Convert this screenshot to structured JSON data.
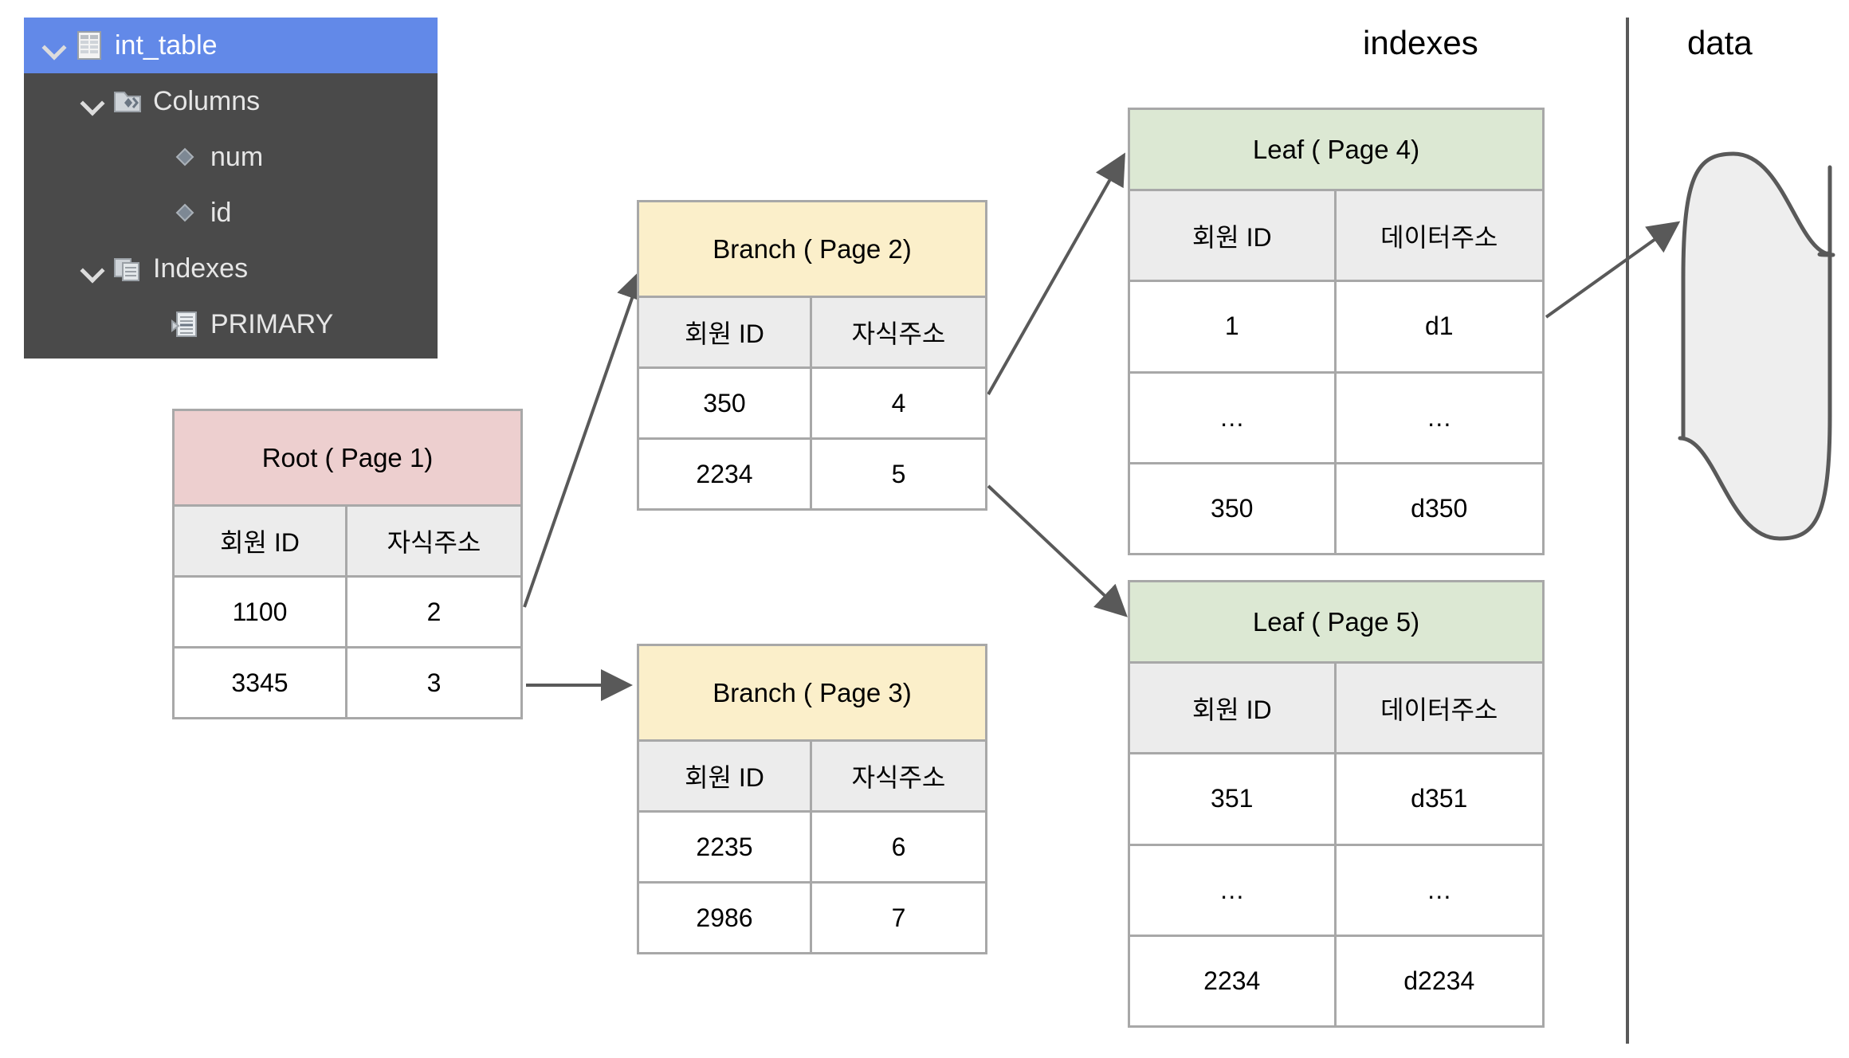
{
  "explorer": {
    "nodes": [
      {
        "label": "int_table",
        "icon": "table-icon",
        "level": 0,
        "selected": true,
        "expanded": true
      },
      {
        "label": "Columns",
        "icon": "columns-folder-icon",
        "level": 1,
        "selected": false,
        "expanded": true
      },
      {
        "label": "num",
        "icon": "column-diamond-icon",
        "level": 2,
        "selected": false,
        "expanded": false
      },
      {
        "label": "id",
        "icon": "column-diamond-icon",
        "level": 2,
        "selected": false,
        "expanded": false
      },
      {
        "label": "Indexes",
        "icon": "indexes-folder-icon",
        "level": 1,
        "selected": false,
        "expanded": true
      },
      {
        "label": "PRIMARY",
        "icon": "index-icon",
        "level": 2,
        "selected": false,
        "expanded": false
      }
    ],
    "panel_bg": "#4a4a4a",
    "selected_bg": "#6289e8"
  },
  "labels": {
    "indexes": "indexes",
    "data": "data"
  },
  "pages": {
    "root": {
      "title": "Root ( Page 1)",
      "title_bg": "#edcfcf",
      "headers": [
        "회원 ID",
        "자식주소"
      ],
      "rows": [
        [
          "1100",
          "2"
        ],
        [
          "3345",
          "3"
        ]
      ]
    },
    "branch2": {
      "title": "Branch ( Page 2)",
      "title_bg": "#fbefca",
      "headers": [
        "회원 ID",
        "자식주소"
      ],
      "rows": [
        [
          "350",
          "4"
        ],
        [
          "2234",
          "5"
        ]
      ]
    },
    "branch3": {
      "title": "Branch ( Page 3)",
      "title_bg": "#fbefca",
      "headers": [
        "회원 ID",
        "자식주소"
      ],
      "rows": [
        [
          "2235",
          "6"
        ],
        [
          "2986",
          "7"
        ]
      ]
    },
    "leaf4": {
      "title": "Leaf ( Page 4)",
      "title_bg": "#dce8d3",
      "headers": [
        "회원 ID",
        "데이터주소"
      ],
      "rows": [
        [
          "1",
          "d1"
        ],
        [
          "…",
          "…"
        ],
        [
          "350",
          "d350"
        ]
      ]
    },
    "leaf5": {
      "title": "Leaf ( Page 5)",
      "title_bg": "#dce8d3",
      "headers": [
        "회원 ID",
        "데이터주소"
      ],
      "rows": [
        [
          "351",
          "d351"
        ],
        [
          "…",
          "…"
        ],
        [
          "2234",
          "d2234"
        ]
      ]
    }
  },
  "shapes": {
    "data_document": "wave-document-shape",
    "divider": "vertical-divider-line"
  },
  "connectors": [
    {
      "name": "root-to-branch2",
      "from": "root.row1",
      "to": "branch2"
    },
    {
      "name": "root-to-branch3",
      "from": "root.row2",
      "to": "branch3"
    },
    {
      "name": "branch2-to-leaf4",
      "from": "branch2.row1",
      "to": "leaf4"
    },
    {
      "name": "branch2-to-leaf5",
      "from": "branch2.row2",
      "to": "leaf5"
    },
    {
      "name": "leaf4-to-data",
      "from": "leaf4.row1",
      "to": "data-document"
    }
  ],
  "colors": {
    "stroke": "#595959",
    "table_border": "#a8a8a8",
    "header_bg": "#ececec",
    "doc_fill": "#eeeeee"
  }
}
